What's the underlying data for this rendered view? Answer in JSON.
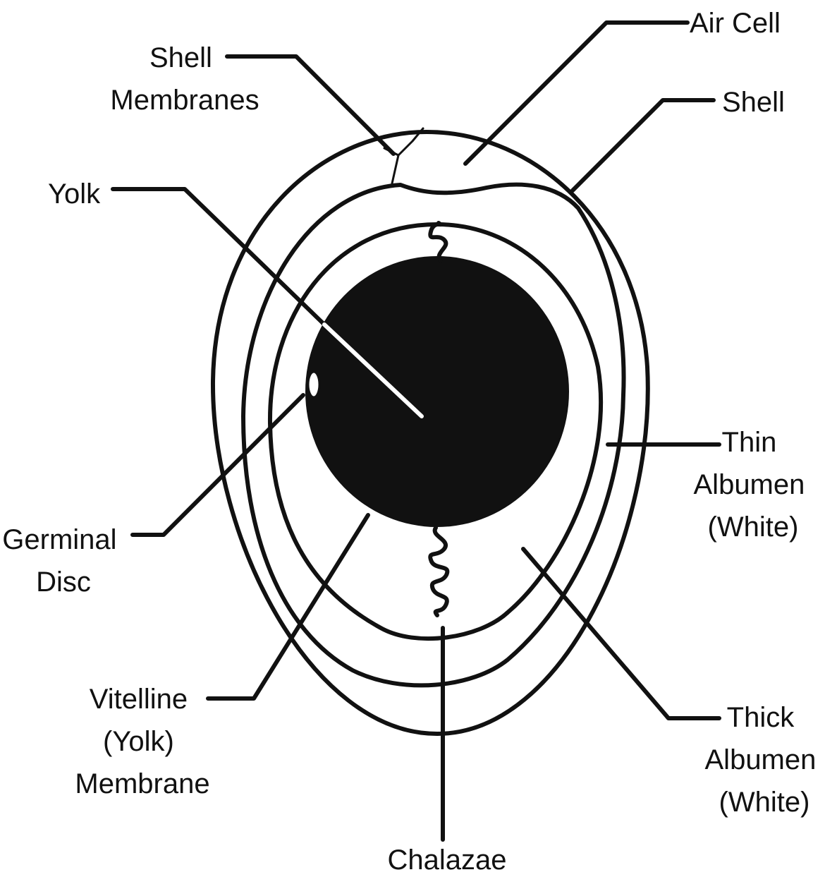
{
  "diagram": {
    "labels": {
      "shell_membranes": [
        "Shell",
        "Membranes"
      ],
      "air_cell": [
        "Air Cell"
      ],
      "shell": [
        "Shell"
      ],
      "yolk": [
        "Yolk"
      ],
      "thin_albumen": [
        "Thin",
        "Albumen",
        "(White)"
      ],
      "germinal_disc": [
        "Germinal",
        "Disc"
      ],
      "vitelline_membrane": [
        "Vitelline",
        "(Yolk)",
        "Membrane"
      ],
      "thick_albumen": [
        "Thick",
        "Albumen",
        "(White)"
      ],
      "chalazae": [
        "Chalazae"
      ]
    },
    "colors": {
      "ink": "#111111",
      "background": "#ffffff"
    }
  }
}
